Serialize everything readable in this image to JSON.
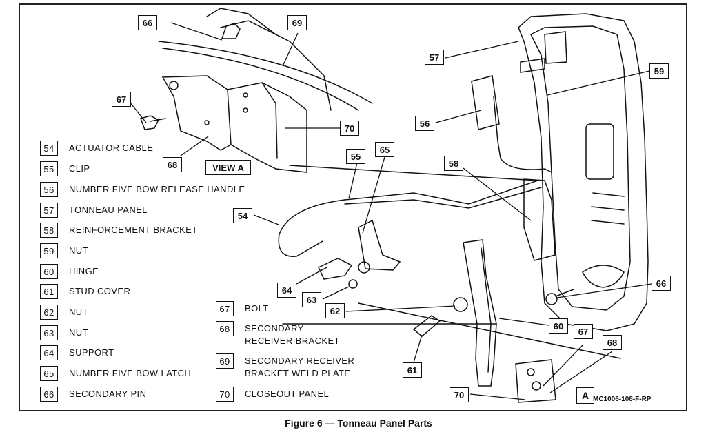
{
  "callouts": {
    "c66a": "66",
    "c69": "69",
    "c67a": "67",
    "c70a": "70",
    "c68a": "68",
    "c57": "57",
    "c59": "59",
    "c56": "56",
    "c65": "65",
    "c55": "55",
    "c58": "58",
    "c54": "54",
    "c64": "64",
    "c63": "63",
    "c62": "62",
    "c66b": "66",
    "c60": "60",
    "c67b": "67",
    "c68b": "68",
    "c61": "61",
    "c70b": "70"
  },
  "view_a_label": "VIEW A",
  "view_a_marker": "A",
  "legend_left": [
    {
      "num": "54",
      "text": "ACTUATOR CABLE"
    },
    {
      "num": "55",
      "text": "CLIP"
    },
    {
      "num": "56",
      "text": "NUMBER FIVE BOW RELEASE HANDLE"
    },
    {
      "num": "57",
      "text": "TONNEAU PANEL"
    },
    {
      "num": "58",
      "text": "REINFORCEMENT BRACKET"
    },
    {
      "num": "59",
      "text": "NUT"
    },
    {
      "num": "60",
      "text": "HINGE"
    },
    {
      "num": "61",
      "text": "STUD COVER"
    },
    {
      "num": "62",
      "text": "NUT"
    },
    {
      "num": "63",
      "text": "NUT"
    },
    {
      "num": "64",
      "text": "SUPPORT"
    },
    {
      "num": "65",
      "text": "NUMBER FIVE BOW LATCH"
    },
    {
      "num": "66",
      "text": "SECONDARY PIN"
    }
  ],
  "legend_right": [
    {
      "num": "67",
      "text": "BOLT"
    },
    {
      "num": "68",
      "text": "SECONDARY\nRECEIVER BRACKET"
    },
    {
      "num": "69",
      "text": "SECONDARY RECEIVER\nBRACKET WELD PLATE"
    },
    {
      "num": "70",
      "text": "CLOSEOUT PANEL"
    }
  ],
  "doc_id": "MC1006-108-F-RP",
  "caption": "Figure 6 — Tonneau Panel Parts"
}
